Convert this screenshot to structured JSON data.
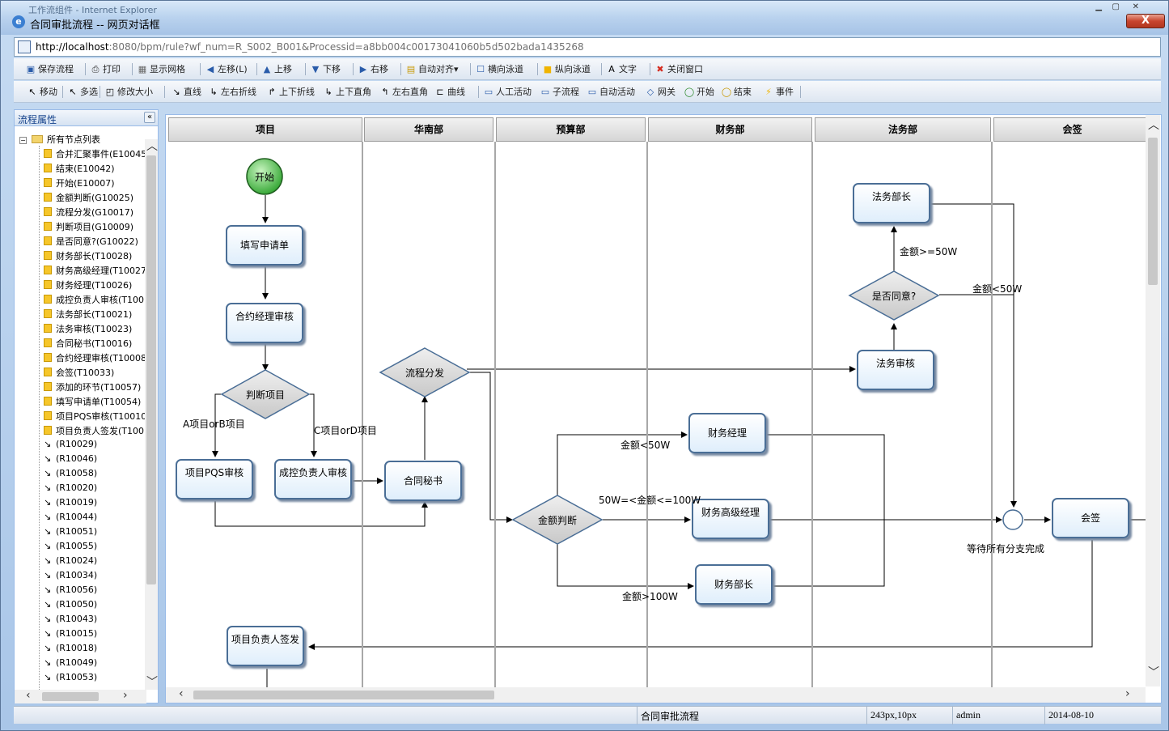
{
  "background_window_title": "工作流组件 - Internet Explorer",
  "window": {
    "title": "合同审批流程 -- 网页对话框",
    "close_label": "X",
    "url_host": "http://localhost",
    "url_rest": ":8080/bpm/rule?wf_num=R_S002_B001&Processid=a8bb004c00173041060b5d502bada1435268"
  },
  "toolbar1": [
    {
      "icon": "save-icon",
      "glyph": "▣",
      "label": "保存流程"
    },
    {
      "icon": "print-icon",
      "glyph": "⎙",
      "label": "打印"
    },
    {
      "icon": "grid-icon",
      "glyph": "▦",
      "label": "显示网格"
    },
    {
      "icon": "move-left-icon",
      "glyph": "◀",
      "label": "左移(L)"
    },
    {
      "icon": "move-up-icon",
      "glyph": "▲",
      "label": "上移"
    },
    {
      "icon": "move-down-icon",
      "glyph": "▼",
      "label": "下移"
    },
    {
      "icon": "move-right-icon",
      "glyph": "▶",
      "label": "右移"
    },
    {
      "icon": "auto-align-icon",
      "glyph": "▤",
      "label": "自动对齐▾"
    },
    {
      "icon": "horizontal-lane-icon",
      "glyph": "☐",
      "label": "横向泳道"
    },
    {
      "icon": "vertical-lane-icon",
      "glyph": "■",
      "label": "纵向泳道"
    },
    {
      "icon": "text-icon",
      "glyph": "A",
      "label": "文字"
    },
    {
      "icon": "close-window-icon",
      "glyph": "✖",
      "label": "关闭窗口"
    }
  ],
  "toolbar2": [
    {
      "icon": "move-pointer-icon",
      "glyph": "↖",
      "label": "移动"
    },
    {
      "icon": "multi-select-icon",
      "glyph": "↖",
      "label": "多选"
    },
    {
      "icon": "resize-icon",
      "glyph": "◰",
      "label": "修改大小"
    },
    {
      "icon": "straight-line-icon",
      "glyph": "↘",
      "label": "直线"
    },
    {
      "icon": "lr-polyline-icon",
      "glyph": "↳",
      "label": "左右折线"
    },
    {
      "icon": "ud-polyline-icon",
      "glyph": "↱",
      "label": "上下折线"
    },
    {
      "icon": "ud-rightangle-icon",
      "glyph": "↳",
      "label": "上下直角"
    },
    {
      "icon": "lr-rightangle-icon",
      "glyph": "↰",
      "label": "左右直角"
    },
    {
      "icon": "curve-icon",
      "glyph": "⊏",
      "label": "曲线"
    },
    {
      "icon": "manual-activity-icon",
      "glyph": "▭",
      "label": "人工活动"
    },
    {
      "icon": "subprocess-icon",
      "glyph": "▭",
      "label": "子流程"
    },
    {
      "icon": "auto-activity-icon",
      "glyph": "▭",
      "label": "自动活动"
    },
    {
      "icon": "gateway-icon",
      "glyph": "◇",
      "label": "网关"
    },
    {
      "icon": "start-icon",
      "glyph": "◯",
      "label": "开始"
    },
    {
      "icon": "end-icon",
      "glyph": "◯",
      "label": "结束"
    },
    {
      "icon": "event-icon",
      "glyph": "⚡",
      "label": "事件"
    }
  ],
  "left_panel": {
    "title": "流程属性",
    "collapse": "«",
    "root_label": "所有节点列表",
    "nodes": [
      {
        "type": "task",
        "label": "合并汇聚事件(E10045"
      },
      {
        "type": "task",
        "label": "结束(E10042)"
      },
      {
        "type": "task",
        "label": "开始(E10007)"
      },
      {
        "type": "task",
        "label": "金额判断(G10025)"
      },
      {
        "type": "task",
        "label": "流程分发(G10017)"
      },
      {
        "type": "task",
        "label": "判断项目(G10009)"
      },
      {
        "type": "task",
        "label": "是否同意?(G10022)"
      },
      {
        "type": "task",
        "label": "财务部长(T10028)"
      },
      {
        "type": "task",
        "label": "财务高级经理(T10027"
      },
      {
        "type": "task",
        "label": "财务经理(T10026)"
      },
      {
        "type": "task",
        "label": "成控负责人审核(T100"
      },
      {
        "type": "task",
        "label": "法务部长(T10021)"
      },
      {
        "type": "task",
        "label": "法务审核(T10023)"
      },
      {
        "type": "task",
        "label": "合同秘书(T10016)"
      },
      {
        "type": "task",
        "label": "合约经理审核(T10008"
      },
      {
        "type": "task",
        "label": "会签(T10033)"
      },
      {
        "type": "task",
        "label": "添加的环节(T10057)"
      },
      {
        "type": "task",
        "label": "填写申请单(T10054)"
      },
      {
        "type": "task",
        "label": "项目PQS审核(T10010"
      },
      {
        "type": "task",
        "label": "项目负责人签发(T100"
      },
      {
        "type": "line",
        "label": "(R10029)"
      },
      {
        "type": "line",
        "label": "(R10046)"
      },
      {
        "type": "line",
        "label": "(R10058)"
      },
      {
        "type": "line",
        "label": "(R10020)"
      },
      {
        "type": "line",
        "label": "(R10019)"
      },
      {
        "type": "line",
        "label": "(R10044)"
      },
      {
        "type": "line",
        "label": "(R10051)"
      },
      {
        "type": "line",
        "label": "(R10055)"
      },
      {
        "type": "line",
        "label": "(R10024)"
      },
      {
        "type": "line",
        "label": "(R10034)"
      },
      {
        "type": "line",
        "label": "(R10056)"
      },
      {
        "type": "line",
        "label": "(R10050)"
      },
      {
        "type": "line",
        "label": "(R10043)"
      },
      {
        "type": "line",
        "label": "(R10015)"
      },
      {
        "type": "line",
        "label": "(R10018)"
      },
      {
        "type": "line",
        "label": "(R10049)"
      },
      {
        "type": "line",
        "label": "(R10053)"
      }
    ]
  },
  "lanes": [
    "项目",
    "华南部",
    "预算部",
    "财务部",
    "法务部",
    "会签"
  ],
  "flow": {
    "start": "开始",
    "tasks": {
      "fill_form": "填写申请单",
      "contract_mgr": "合约经理审核",
      "pqs": "项目PQS审核",
      "cost_ctrl": "成控负责人审核",
      "secretary": "合同秘书",
      "fin_mgr": "财务经理",
      "fin_senior": "财务高级经理",
      "fin_head": "财务部长",
      "legal_review": "法务审核",
      "legal_head": "法务部长",
      "countersign": "会签",
      "proj_sign": "项目负责人签发"
    },
    "gateways": {
      "judge_project": "判断项目",
      "dispatch": "流程分发",
      "amount": "金额判断",
      "agree": "是否同意?"
    },
    "edge_labels": {
      "a_or_b": "A项目orB项目",
      "c_or_d": "C项目orD项目",
      "lt50": "金额<50W",
      "mid": "50W=<金额<=100W",
      "gt100": "金额>100W",
      "ge50": "金额>=50W",
      "lt50b": "金额<50W",
      "join": "等待所有分支完成"
    }
  },
  "statusbar": {
    "process_name": "合同审批流程",
    "coords": "243px,10px",
    "user": "admin",
    "date": "2014-08-10"
  },
  "colors": {
    "node_border": "#4a6e96",
    "gateway_fill": "#d6d6d6",
    "start_fill": "#3fb83f"
  }
}
